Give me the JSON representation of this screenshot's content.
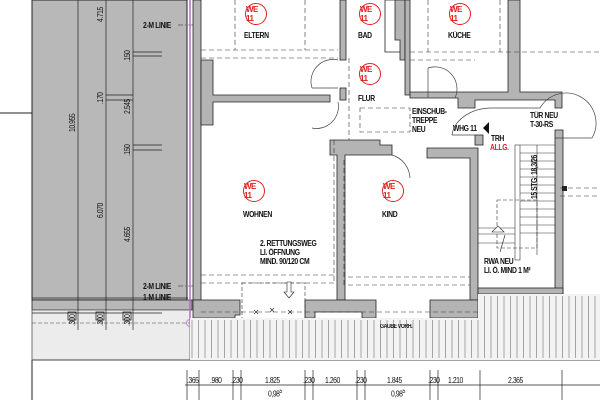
{
  "plan": {
    "unit_badge": "WE 11",
    "rooms": [
      {
        "id": "eltern",
        "label": "ELTERN"
      },
      {
        "id": "bad",
        "label": "BAD"
      },
      {
        "id": "kueche",
        "label": "KÜCHE"
      },
      {
        "id": "flur",
        "label": "FLUR"
      },
      {
        "id": "wohnen",
        "label": "WOHNEN"
      },
      {
        "id": "kind",
        "label": "KIND"
      }
    ],
    "annotations": {
      "einschub_1": "EINSCHUB-",
      "einschub_2": "TREPPE",
      "einschub_3": "NEU",
      "whg": "WHG 11",
      "tuer_1": "TÜR NEU",
      "tuer_2": "T-30-RS",
      "trh_1": "TRH",
      "trh_2": "ALLG.",
      "stairs": "15 STG: 18,3/26",
      "rwa_1": "RWA NEU",
      "rwa_2": "LI. Ö. MIND 1 M²",
      "rettung_1": "2. RETTUNGSWEG",
      "rettung_2": "LI. ÖFFNUNG",
      "rettung_3": "MIND. 90/120 CM",
      "gaube": "GAUBE VORH.",
      "line_2m_top": "2-M LINIE",
      "line_2m_bottom": "2-M LINIE",
      "line_1m": "1-M LINIE"
    },
    "vertical_dims": {
      "d4715": "4.715",
      "d10955": "10.955",
      "d150a": ".150",
      "d170": ".170",
      "d2545": "2.545",
      "d150b": ".150",
      "d6070": "6.070",
      "d4655": "4.655",
      "d300a": ".300",
      "d300b": ".300",
      "d300c": ".300"
    },
    "horizontal_dims": [
      {
        "value": ".365"
      },
      {
        "value": ".980"
      },
      {
        "value": ".230"
      },
      {
        "value": "1.825"
      },
      {
        "value": ".230"
      },
      {
        "value": "1.260"
      },
      {
        "value": ".230"
      },
      {
        "value": "1.845"
      },
      {
        "value": ".230"
      },
      {
        "value": "1.210"
      },
      {
        "value": "2.365"
      }
    ],
    "sill_heights": {
      "s1": "0,98",
      "s1_sup": "5",
      "s2": "0,98",
      "s2_sup": "5"
    },
    "colors": {
      "wall": "#b4b4b4",
      "outside_gray": "#b8b8b8",
      "red": "#e02020",
      "purple": "#b070c0",
      "roof_bg": "#f0f0f0"
    }
  }
}
